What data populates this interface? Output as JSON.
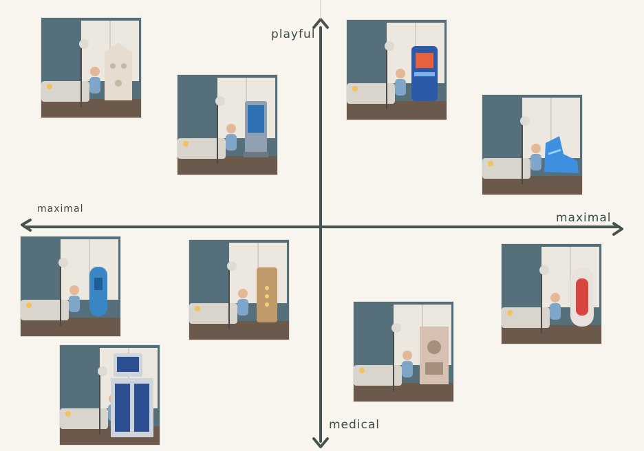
{
  "axes": {
    "up_label": "playful",
    "down_label": "medical",
    "left_label": "maximal",
    "right_label": "maximal",
    "color": "#46544f"
  },
  "palette": {
    "background": "#f7f5ee",
    "wall": "#55707a",
    "window": "#ece8e0",
    "floor": "#6b5a4c",
    "bed": "#d9d4cc",
    "child": "#7fa6c9"
  },
  "thumbnails": [
    {
      "id": "birdhouse-cabinet",
      "object": "#e6ddd0",
      "accent": "#c7b7a2"
    },
    {
      "id": "jersey-display",
      "object": "#8fa1b0",
      "accent": "#2f6fb3"
    },
    {
      "id": "arcade-machine",
      "object": "#2d5aa6",
      "accent": "#e7613f"
    },
    {
      "id": "sneaker-device",
      "object": "#3d8fe0",
      "accent": "#9ad2ff"
    },
    {
      "id": "blue-capsule-device",
      "object": "#3a86c4",
      "accent": "#1f5f96"
    },
    {
      "id": "wooden-cabinet-lights",
      "object": "#c09a6a",
      "accent": "#f3d27a"
    },
    {
      "id": "jukebox-device",
      "object": "#e9e1dc",
      "accent": "#d8463f"
    },
    {
      "id": "ornate-machine",
      "object": "#d6c1b2",
      "accent": "#a78f7e"
    },
    {
      "id": "medical-monitor-cart",
      "object": "#cfd5da",
      "accent": "#2b4f91"
    }
  ]
}
